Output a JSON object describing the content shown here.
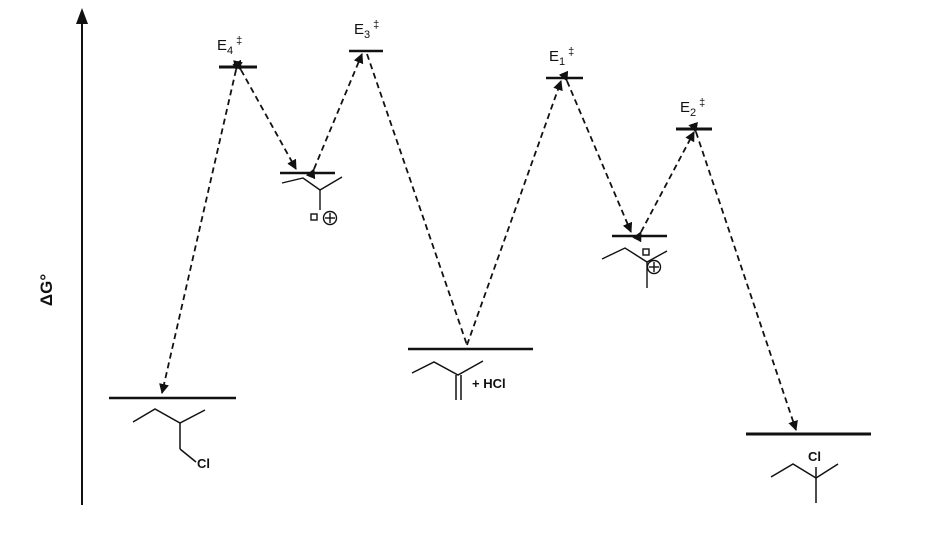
{
  "diagram": {
    "y_axis_label": "ΔG°",
    "transition_states": [
      {
        "id": "E4",
        "letter": "E",
        "sub": "4",
        "sup": "‡"
      },
      {
        "id": "E3",
        "letter": "E",
        "sub": "3",
        "sup": "‡"
      },
      {
        "id": "E1",
        "letter": "E",
        "sub": "1",
        "sup": "‡"
      },
      {
        "id": "E2",
        "letter": "E",
        "sub": "2",
        "sup": "‡"
      }
    ],
    "species": {
      "reactants_suffix": "+ HCl",
      "product_left_atom": "Cl",
      "product_right_atom": "Cl"
    }
  }
}
